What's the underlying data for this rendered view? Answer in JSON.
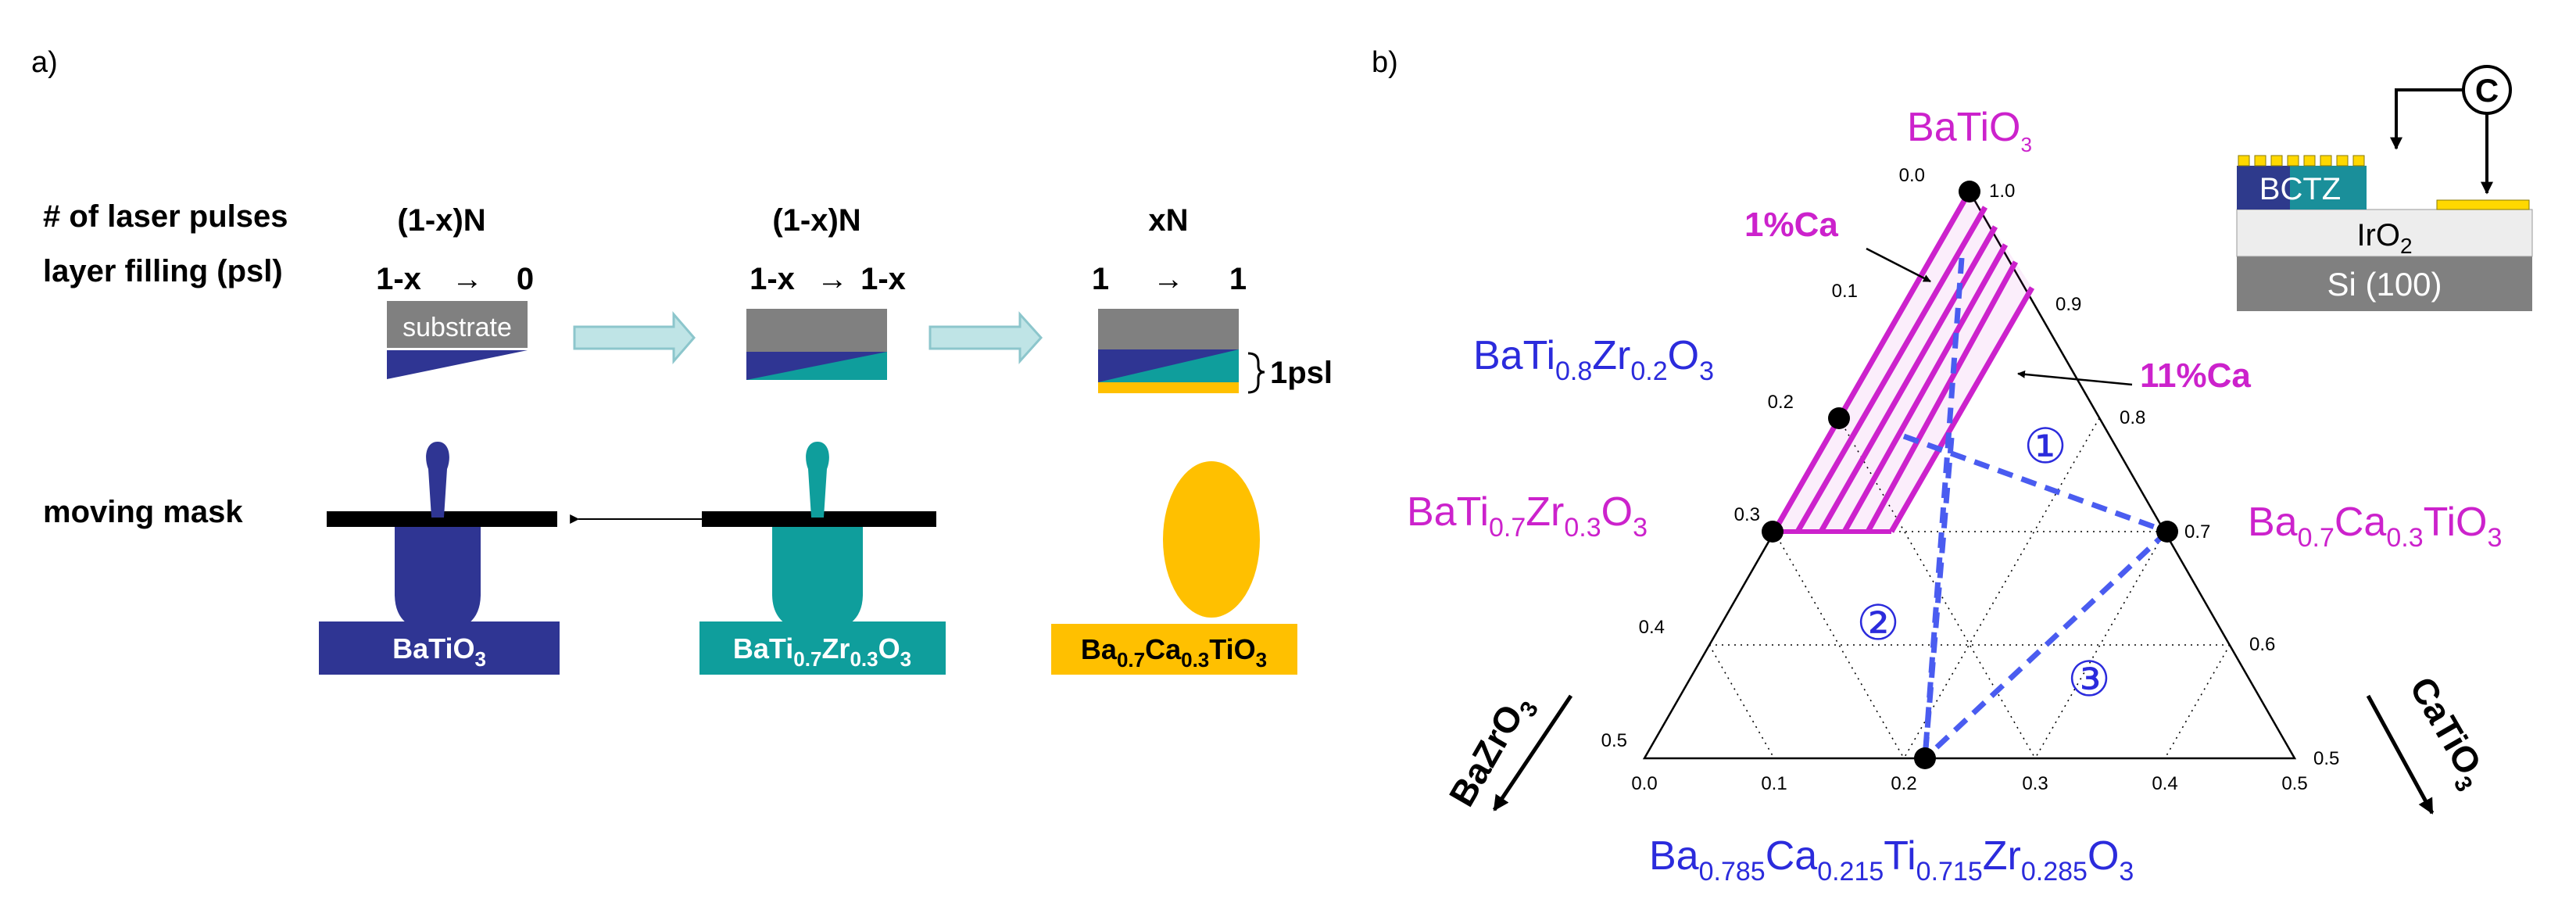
{
  "colors": {
    "blue": "#2f3593",
    "teal": "#0f9e9c",
    "gold": "#ffc000",
    "gray": "#808080",
    "magenta": "#cc22cc",
    "label_blue": "#2b2bdc",
    "dashed": "#4a5cf0",
    "arrow_fill": "#bfe4e6",
    "arrow_stroke": "#8cc6cc",
    "bctz": "#2e3a8c"
  },
  "panel_a": {
    "label": "a)",
    "row1_label": "# of laser pulses",
    "row2_label": "layer filling (psl)",
    "row3_label": "moving mask",
    "steps": [
      {
        "pulses": "(1-x)N",
        "fill_from": "1-x",
        "fill_to": "0",
        "arrow": "→"
      },
      {
        "pulses": "(1-x)N",
        "fill_from": "1-x",
        "fill_to": "1-x",
        "arrow": "→"
      },
      {
        "pulses": "xN",
        "fill_from": "1",
        "fill_to": "1",
        "arrow": "→"
      }
    ],
    "substrate_label": "substrate",
    "psl_label": "1psl",
    "targets": [
      {
        "main1": "BaTiO",
        "sub1": "3"
      },
      {
        "main1": "BaTi",
        "sub1": "0.7",
        "main2": "Zr",
        "sub2": "0.3",
        "main3": "O",
        "sub3": "3"
      },
      {
        "main1": "Ba",
        "sub1": "0.7",
        "main2": "Ca",
        "sub2": "0.3",
        "main3": "TiO",
        "sub3": "3"
      }
    ]
  },
  "panel_b": {
    "label": "b)",
    "top_label": {
      "main1": "BaTiO",
      "sub1": "3"
    },
    "ca1_label": "1%Ca",
    "ca11_label": "11%Ca",
    "btz02": {
      "main1": "BaTi",
      "sub1": "0.8",
      "main2": "Zr",
      "sub2": "0.2",
      "main3": "O",
      "sub3": "3"
    },
    "btz03": {
      "main1": "BaTi",
      "sub1": "0.7",
      "main2": "Zr",
      "sub2": "0.3",
      "main3": "O",
      "sub3": "3"
    },
    "bct": {
      "main1": "Ba",
      "sub1": "0.7",
      "main2": "Ca",
      "sub2": "0.3",
      "main3": "TiO",
      "sub3": "3"
    },
    "bottom_label": {
      "main1": "Ba",
      "sub1": "0.785",
      "main2": "Ca",
      "sub2": "0.215",
      "main3": "Ti",
      "sub3": "0.715",
      "main4": "Zr",
      "sub4": "0.285",
      "main5": "O",
      "sub5": "3"
    },
    "axis_left": {
      "main1": "BaZrO",
      "sub1": "3"
    },
    "axis_right": {
      "main1": "CaTiO",
      "sub1": "3"
    },
    "ticks_left": [
      "0.0",
      "0.1",
      "0.2",
      "0.3",
      "0.4",
      "0.5"
    ],
    "ticks_right": [
      "1.0",
      "0.9",
      "0.8",
      "0.7",
      "0.6",
      "0.5"
    ],
    "ticks_bottom": [
      "0.0",
      "0.1",
      "0.2",
      "0.3",
      "0.4",
      "0.5"
    ],
    "region_labels": [
      "①",
      "②",
      "③"
    ],
    "inset": {
      "circle_label": "C",
      "bctz_label": "BCTZ",
      "iro2": {
        "main1": "IrO",
        "sub1": "2"
      },
      "si_label": "Si (100)"
    }
  }
}
